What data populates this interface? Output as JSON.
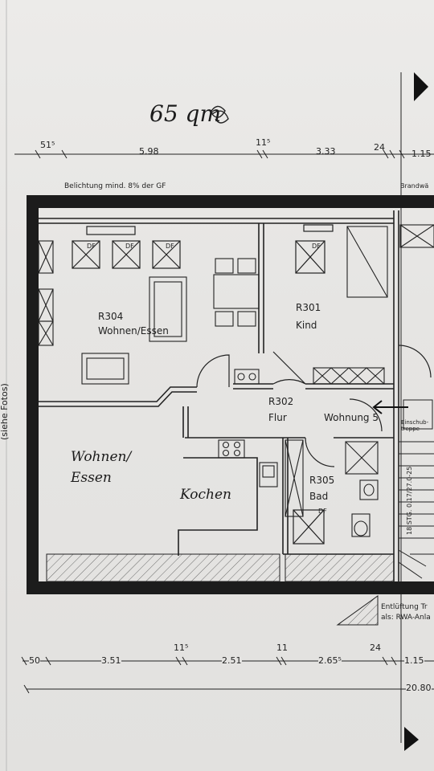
{
  "header": {
    "area_note": "65 qm",
    "exposure_note": "Belichtung mind. 8% der GF",
    "firewall_note": "Brandwä",
    "side_note": "(siehe Fotos)"
  },
  "dimensions_top": [
    "51⁵",
    "5.98",
    "11⁵",
    "3.33",
    "24",
    "1.15"
  ],
  "dimensions_bottom": [
    "50",
    "3.51",
    "11⁵",
    "2.51",
    "11",
    "2.65⁵",
    "24",
    "1.15"
  ],
  "overall_dimension": "20.80",
  "rooms": [
    {
      "id": "R304",
      "name": "Wohnen/Essen"
    },
    {
      "id": "R301",
      "name": "Kind"
    },
    {
      "id": "R302",
      "name": "Flur"
    },
    {
      "id": "R305",
      "name": "Bad"
    }
  ],
  "unit_label": "Wohnung 5",
  "skylight_label": "DF",
  "stair": {
    "ladder_label": "Einschub-treppe",
    "steps_label": "18 STG. 0.17/27.0-25"
  },
  "handwritten": {
    "living": "Wohnen/ Essen",
    "kitchen": "Kochen"
  },
  "ventilation_note": {
    "line1": "Entlüftung Tr",
    "line2": "als: RWA-Anla"
  }
}
